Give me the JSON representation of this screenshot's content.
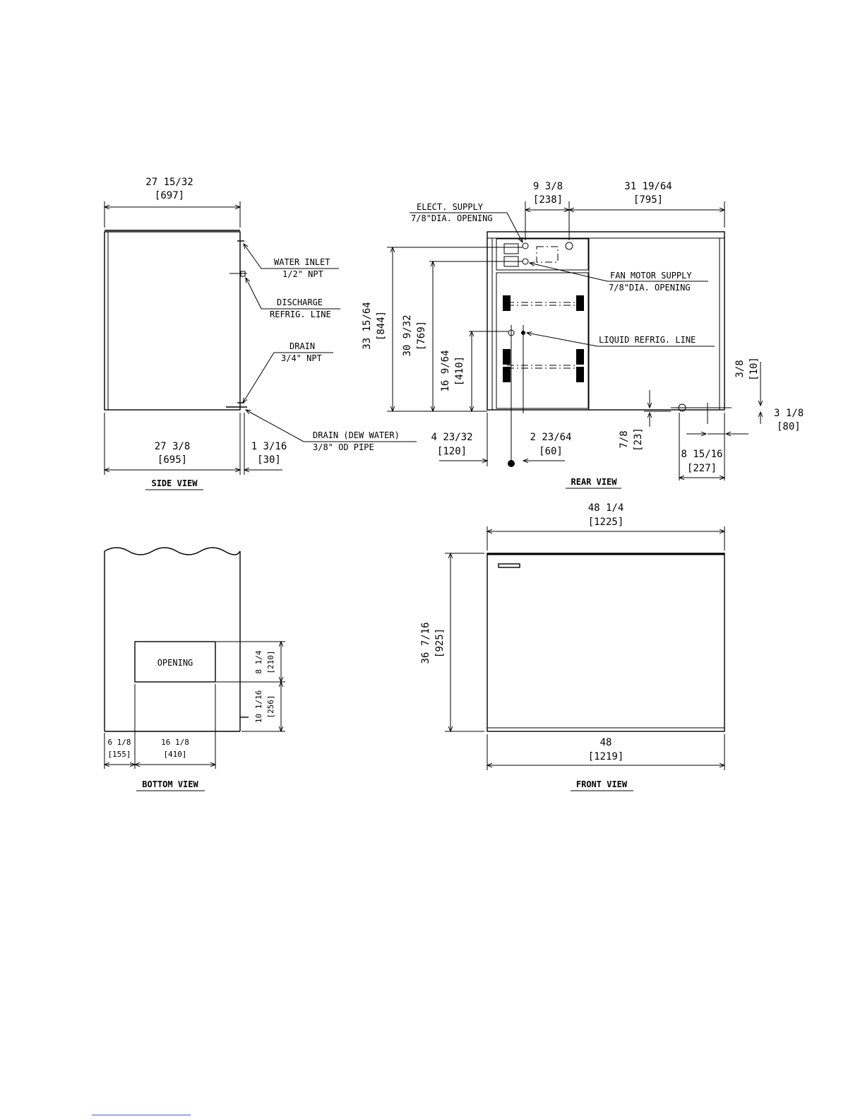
{
  "side_view": {
    "dim_top": "27 15/32",
    "dim_top_mm": "[697]",
    "water_inlet": "WATER INLET",
    "water_inlet_size": "1/2\" NPT",
    "discharge": "DISCHARGE",
    "discharge_line": "REFRIG. LINE",
    "drain": "DRAIN",
    "drain_size": "3/4\" NPT",
    "drain_dew": "DRAIN (DEW WATER)",
    "drain_dew_pipe": "3/8\" OD PIPE",
    "dim_bottom": "27 3/8",
    "dim_bottom_mm": "[695]",
    "dim_offset": "1 3/16",
    "dim_offset_mm": "[30]",
    "title": "SIDE VIEW"
  },
  "rear_view": {
    "elect_supply": "ELECT. SUPPLY",
    "elect_opening": "7/8\"DIA. OPENING",
    "dim_a": "9 3/8",
    "dim_a_mm": "[238]",
    "dim_b": "31 19/64",
    "dim_b_mm": "[795]",
    "fan_motor": "FAN MOTOR SUPPLY",
    "fan_opening": "7/8\"DIA. OPENING",
    "liquid": "LIQUID REFRIG. LINE",
    "h1": "33 15/64",
    "h1_mm": "[844]",
    "h2": "30 9/32",
    "h2_mm": "[769]",
    "h3": "16 9/64",
    "h3_mm": "[410]",
    "dim_left": "4 23/32",
    "dim_left_mm": "[120]",
    "dim_mid": "2 23/64",
    "dim_mid_mm": "[60]",
    "dim_v78": "7/8",
    "dim_v78_mm": "[23]",
    "dim_38": "3/8",
    "dim_38_mm": "[10]",
    "dim_318": "3 1/8",
    "dim_318_mm": "[80]",
    "dim_815": "8 15/16",
    "dim_815_mm": "[227]",
    "title": "REAR VIEW"
  },
  "bottom_view": {
    "opening": "OPENING",
    "dim_h1": "8 1/4",
    "dim_h1_mm": "[210]",
    "dim_h2": "10 1/16",
    "dim_h2_mm": "[256]",
    "dim_w1": "6 1/8",
    "dim_w1_mm": "[155]",
    "dim_w2": "16 1/8",
    "dim_w2_mm": "[410]",
    "title": "BOTTOM VIEW"
  },
  "front_view": {
    "dim_top": "48 1/4",
    "dim_top_mm": "[1225]",
    "dim_h": "36 7/16",
    "dim_h_mm": "[925]",
    "dim_bottom": "48",
    "dim_bottom_mm": "[1219]",
    "title": "FRONT VIEW"
  }
}
